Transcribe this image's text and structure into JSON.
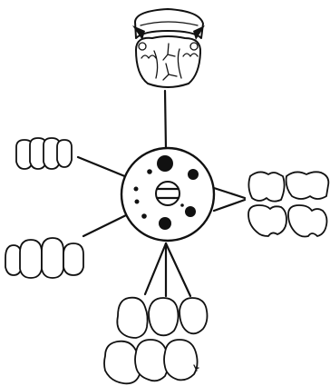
{
  "diagram": {
    "description_visible_text": "",
    "hub": {
      "kind": "round-platform",
      "holes_large": 4,
      "holes_small": 4,
      "center_screw": true
    },
    "attachments": [
      {
        "id": "upper",
        "content": "occlusal-view-cast"
      },
      {
        "id": "left-upper",
        "content": "anterior-teeth-row-4"
      },
      {
        "id": "left-lower",
        "content": "anterior-teeth-row-4-large"
      },
      {
        "id": "right",
        "content": "molar-pair-upper-lower"
      },
      {
        "id": "bottom",
        "content": "premolar-molar-block-3x2"
      }
    ],
    "colors": {
      "ink": "#111111",
      "background": "#ffffff"
    }
  }
}
